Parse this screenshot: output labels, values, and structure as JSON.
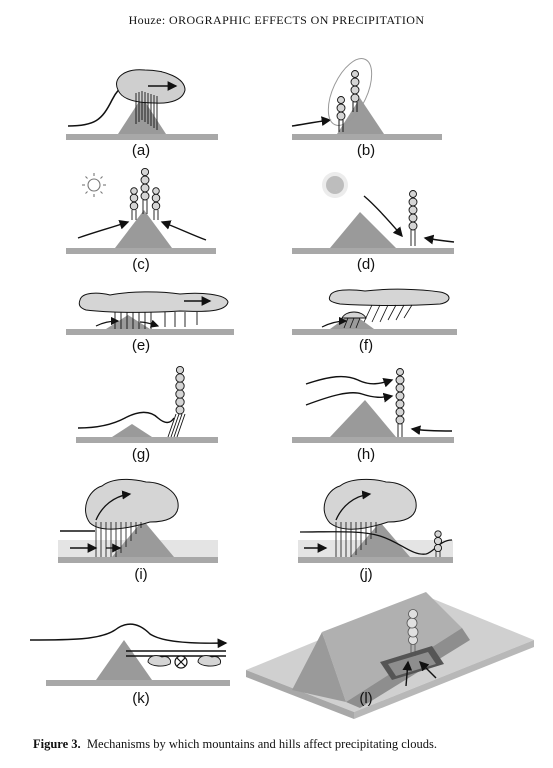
{
  "header": {
    "running_title": "Houze: OROGRAPHIC EFFECTS ON PRECIPITATION"
  },
  "panels": {
    "a": "(a)",
    "b": "(b)",
    "c": "(c)",
    "d": "(d)",
    "e": "(e)",
    "f": "(f)",
    "g": "(g)",
    "h": "(h)",
    "i": "(i)",
    "j": "(j)",
    "k": "(k)",
    "l": "(l)"
  },
  "caption": {
    "label": "Figure 3.",
    "text": "Mechanisms by which mountains and hills affect precipitating clouds."
  },
  "icons": [
    "sun-icon",
    "moon-icon"
  ],
  "colors": {
    "ground": "#a8a8a8",
    "mountain": "#9a9a9a",
    "cloud": "#cfcfcf",
    "line": "#111111"
  }
}
